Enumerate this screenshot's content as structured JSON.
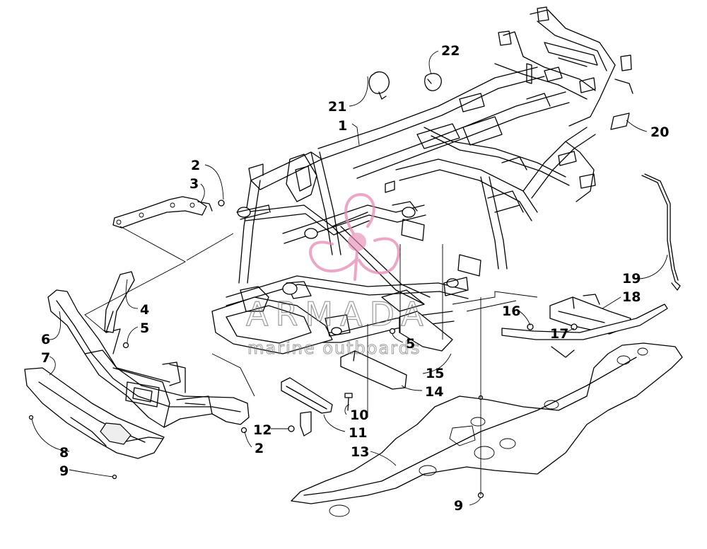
{
  "diagram": {
    "labels": {
      "p1": "1",
      "p2a": "2",
      "p2b": "2",
      "p3": "3",
      "p4": "4",
      "p5a": "5",
      "p5b": "5",
      "p6": "6",
      "p7": "7",
      "p8": "8",
      "p9a": "9",
      "p9b": "9",
      "p10": "10",
      "p11": "11",
      "p12": "12",
      "p13": "13",
      "p14": "14",
      "p15": "15",
      "p16": "16",
      "p17": "17",
      "p18": "18",
      "p19": "19",
      "p20": "20",
      "p21": "21",
      "p22": "22"
    },
    "watermark": {
      "brand": "ARMADA",
      "tagline": "marine outboards",
      "logo_color": "#e68ab4"
    }
  }
}
